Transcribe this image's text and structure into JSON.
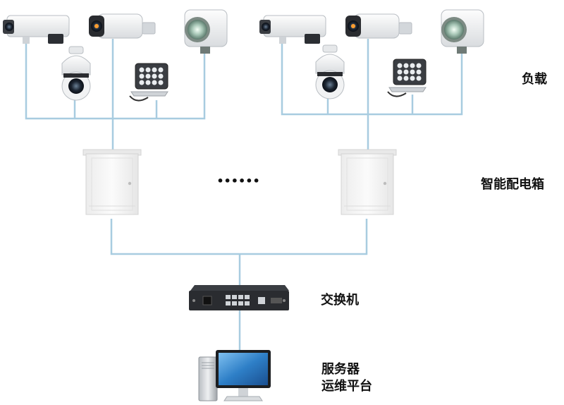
{
  "labels": {
    "load": "负载",
    "smart_box": "智能配电箱",
    "switch": "交换机",
    "server_line1": "服务器",
    "server_line2": "运维平台"
  },
  "ellipsis": "••••••",
  "colors": {
    "wire": "#a8cce0",
    "device_body": "#f2f3f4",
    "device_dark": "#2a2c30",
    "cabinet": "#f7f7f7",
    "monitor_screen": "#2e7fc7"
  },
  "groups": [
    {
      "devices": [
        "box-camera-icon",
        "bullet-camera-icon",
        "floodlight-camera-icon",
        "dome-camera-icon",
        "led-illuminator-icon"
      ]
    },
    {
      "devices": [
        "box-camera-icon",
        "bullet-camera-icon",
        "floodlight-camera-icon",
        "dome-camera-icon",
        "led-illuminator-icon"
      ]
    }
  ]
}
